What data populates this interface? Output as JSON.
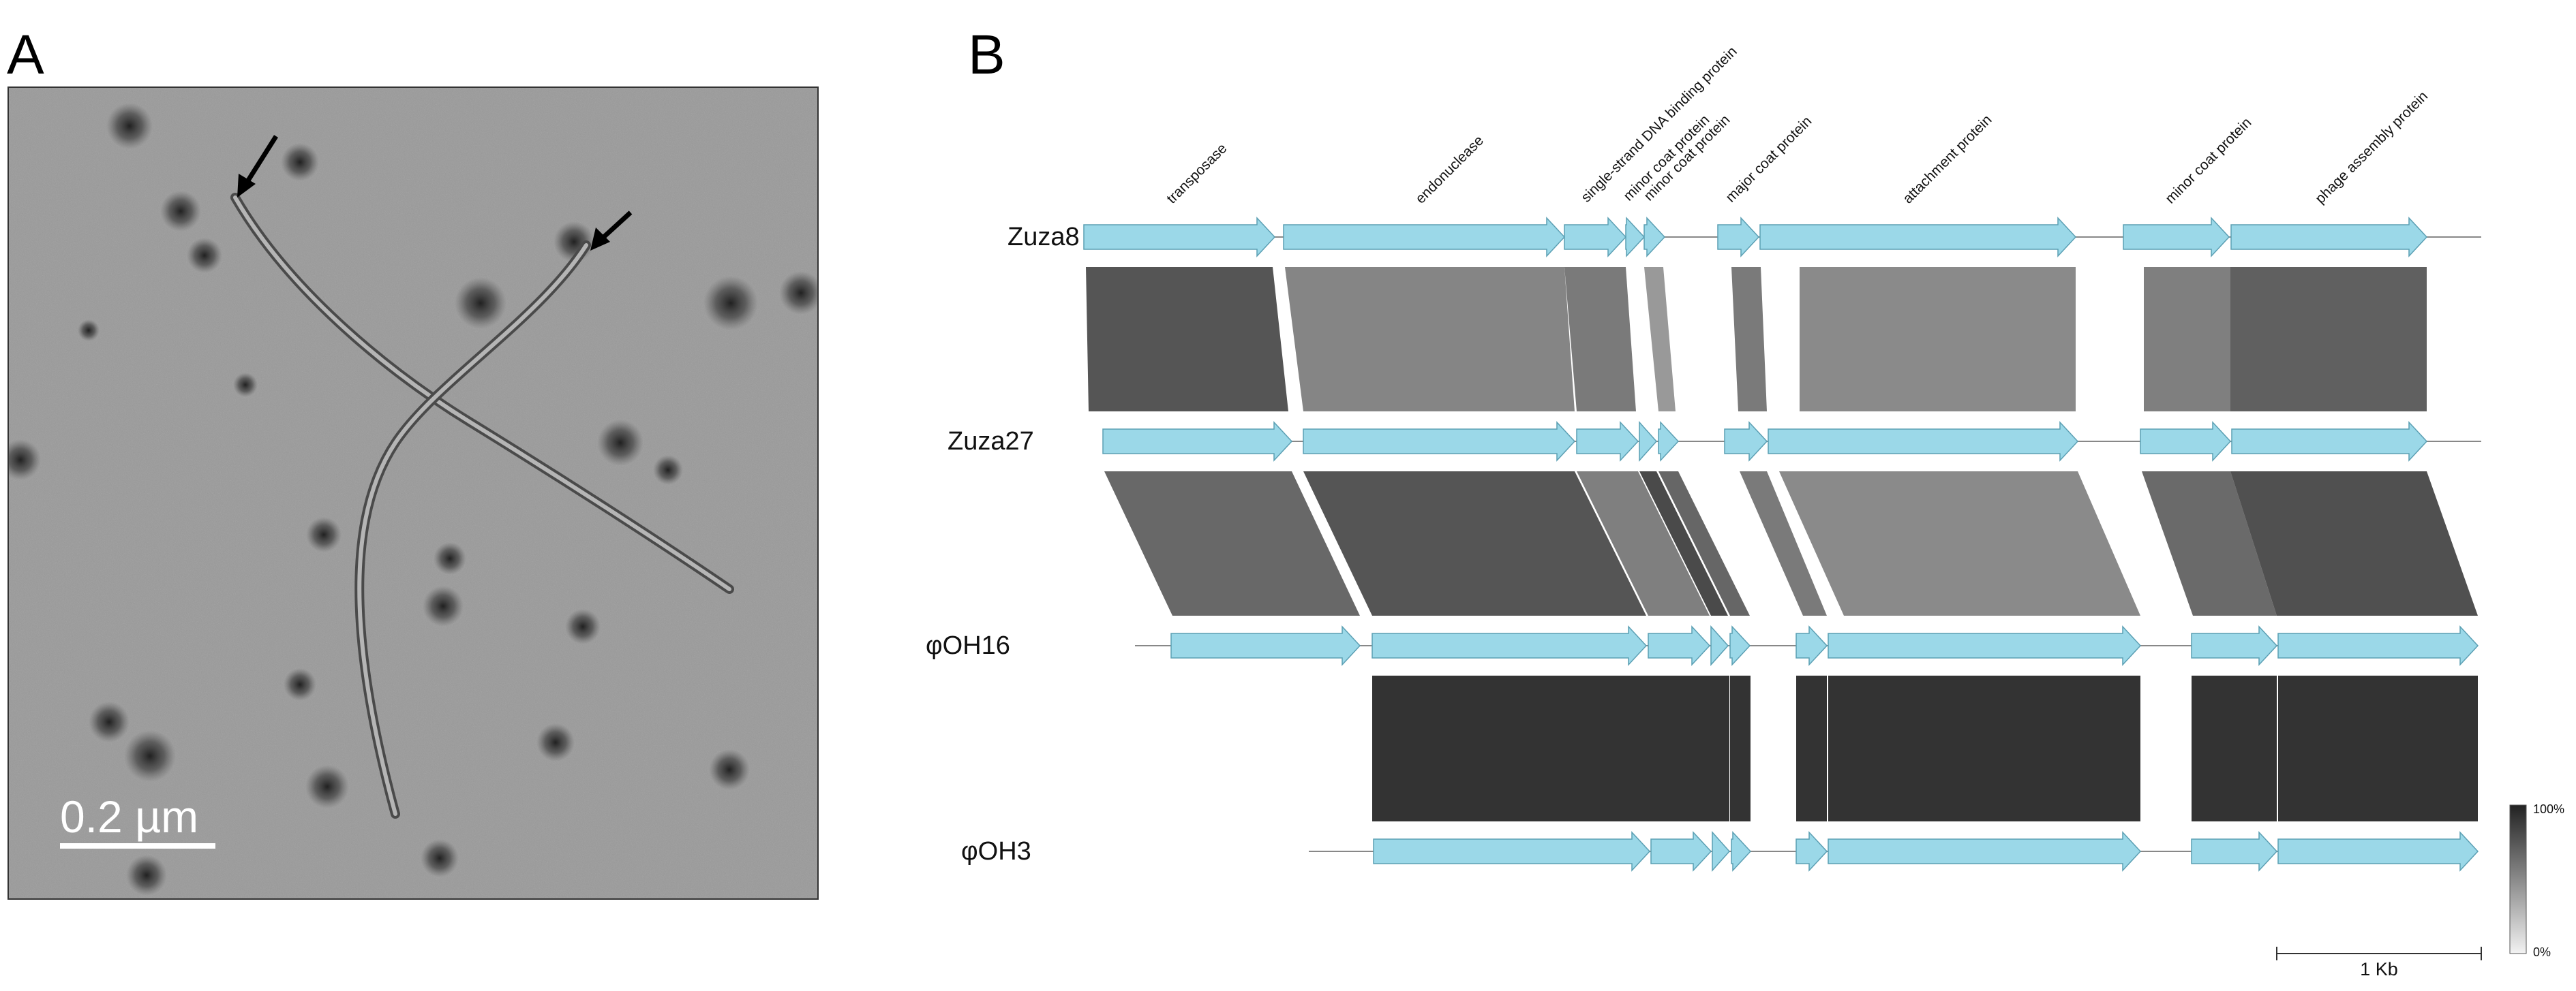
{
  "panels": {
    "a": "A",
    "b": "B"
  },
  "micrograph": {
    "scale_label": "0.2 µm"
  },
  "colors": {
    "gene": "#9bd8e8",
    "gene_stroke": "#5b9fb3",
    "backbone": "#888888"
  },
  "genomes": [
    "Zuza8",
    "Zuza27",
    "φOH16",
    "φOH3"
  ],
  "gene_labels": [
    "transposase",
    "endonuclease",
    "single-strand DNA binding protein",
    "minor coat protein",
    "minor coat protein",
    "major coat protein",
    "attachment protein",
    "minor coat protein",
    "phage assembly protein"
  ],
  "scale_bar": {
    "label": "1 Kb"
  },
  "identity_legend": {
    "max": "100%",
    "min": "0%"
  }
}
